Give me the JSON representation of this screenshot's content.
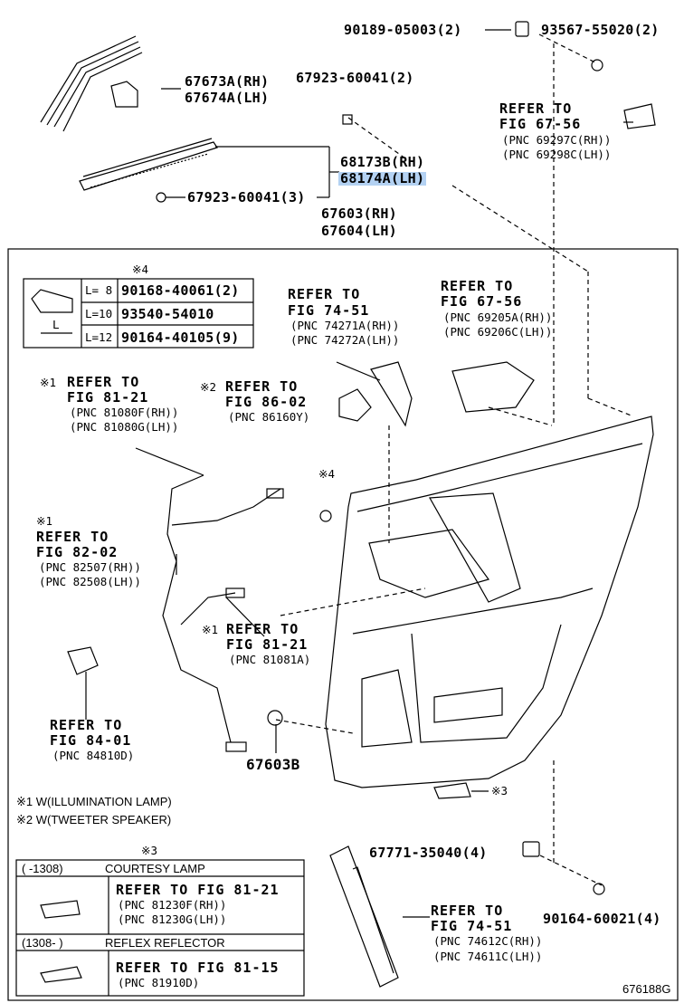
{
  "top": {
    "clip_90189": "90189-05003(2)",
    "nut_93567": "93567-55020(2)",
    "part_67673a": "67673A(RH)",
    "part_67674a": "67674A(LH)",
    "screw_67923_top": "67923-60041(2)",
    "refer_to": "REFER TO",
    "fig_67_56": "FIG 67-56",
    "pnc_69297c": "(PNC 69297C(RH))",
    "pnc_69298c": "(PNC 69298C(LH))",
    "part_68173b": "68173B(RH)",
    "part_68174a": "68174A(LH)",
    "screw_67923_low": "67923-60041(3)",
    "part_67603": "67603(RH)",
    "part_67604": "67604(LH)"
  },
  "clip_table": {
    "header": "※4",
    "rows": [
      {
        "len": "L= 8",
        "part": "90168-40061(2)"
      },
      {
        "len": "L=10",
        "part": "93540-54010"
      },
      {
        "len": "L=12",
        "part": "90164-40105(9)"
      }
    ],
    "dim_label": "L"
  },
  "refs": {
    "fig_74_51_a": {
      "line1": "REFER TO",
      "line2": "FIG 74-51",
      "pnc1": "(PNC 74271A(RH))",
      "pnc2": "(PNC 74272A(LH))"
    },
    "fig_67_56_b": {
      "line1": "REFER TO",
      "line2": "FIG 67-56",
      "pnc1": "(PNC 69205A(RH))",
      "pnc2": "(PNC 69206C(LH))"
    },
    "fig_81_21_a": {
      "mark": "※1",
      "line1": "REFER TO",
      "line2": "FIG 81-21",
      "pnc1": "(PNC 81080F(RH))",
      "pnc2": "(PNC 81080G(LH))"
    },
    "fig_86_02": {
      "mark": "※2",
      "line1": "REFER TO",
      "line2": "FIG 86-02",
      "pnc1": "(PNC 86160Y)"
    },
    "mark4": "※4",
    "fig_82_02": {
      "mark": "※1",
      "line1": "REFER TO",
      "line2": "FIG 82-02",
      "pnc1": "(PNC 82507(RH))",
      "pnc2": "(PNC 82508(LH))"
    },
    "fig_81_21_b": {
      "mark": "※1",
      "line1": "REFER TO",
      "line2": "FIG 81-21",
      "pnc1": "(PNC 81081A)"
    },
    "fig_84_01": {
      "line1": "REFER TO",
      "line2": "FIG 84-01",
      "pnc1": "(PNC 84810D)"
    },
    "part_67603b": "67603B",
    "mark3": "※3"
  },
  "notes": {
    "n1": "※1  W(ILLUMINATION LAMP)",
    "n2": "※2  W(TWEETER SPEAKER)"
  },
  "bottom_table": {
    "header": "※3",
    "row1_range": "(        -1308)",
    "row1_title": "COURTESY LAMP",
    "row1_ref": "REFER TO FIG 81-21",
    "row1_pnc1": "(PNC 81230F(RH))",
    "row1_pnc2": "(PNC 81230G(LH))",
    "row2_range": "(1308-        )",
    "row2_title": "REFLEX REFLECTOR",
    "row2_ref": "REFER TO FIG 81-15",
    "row2_pnc1": "(PNC 81910D)"
  },
  "bottom": {
    "part_67771": "67771-35040(4)",
    "ref_fig_74_51": {
      "line1": "REFER TO",
      "line2": "FIG 74-51",
      "pnc1": "(PNC 74612C(RH))",
      "pnc2": "(PNC 74611C(LH))"
    },
    "screw_90164": "90164-60021(4)",
    "diagram_id": "676188G"
  },
  "colors": {
    "highlight": "#b3d1f2",
    "ink": "#000000"
  }
}
